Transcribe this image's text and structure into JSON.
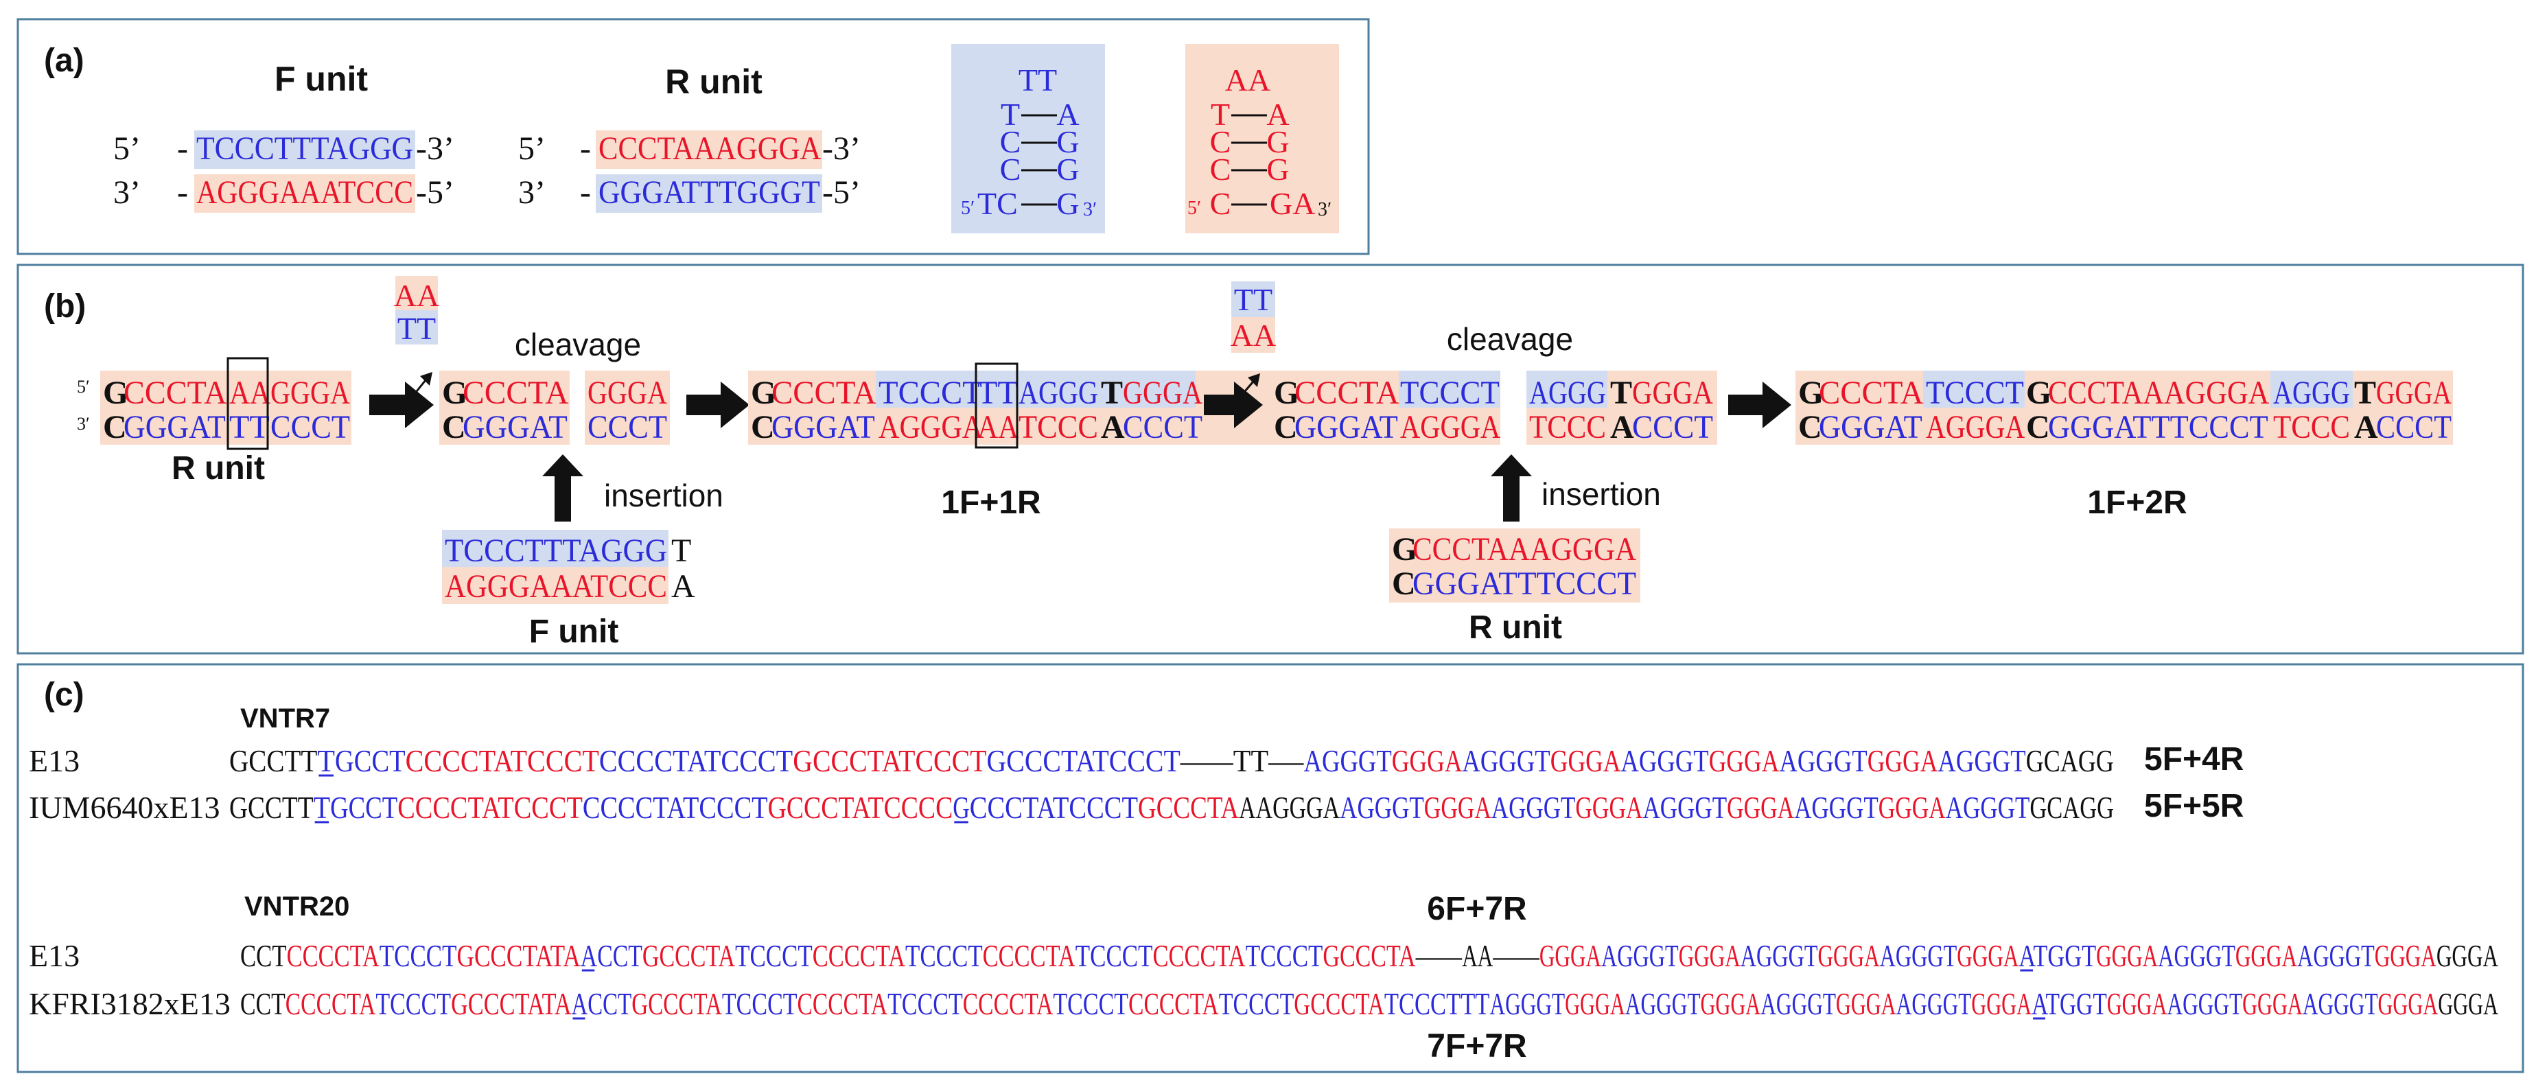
{
  "colors": {
    "red": "#e8152a",
    "blue": "#2b2bd9",
    "black": "#111111",
    "blue_bg": "#d2dcf0",
    "red_bg": "#f9dccb",
    "panel_border": "#4f7f9f"
  },
  "panel_a": {
    "label": "(a)",
    "f_title": "F unit",
    "r_title": "R unit",
    "f_top": {
      "p5": "5’",
      "dash": "-",
      "seq": "TCCCTTTAGGG",
      "end": "-3’"
    },
    "f_bot": {
      "p3": "3’",
      "dash": "-",
      "seq": "AGGGAAATCCC",
      "end": "-5’"
    },
    "r_top": {
      "p5": "5’",
      "dash": "-",
      "seq": "CCCTAAAGGGA",
      "end": "-3’"
    },
    "r_bot": {
      "p3": "3’",
      "dash": "-",
      "seq": "GGGATTTGGGT",
      "end": "-5’"
    },
    "hairpin_blue": {
      "loop": "TT",
      "pairs": [
        [
          "T",
          "A"
        ],
        [
          "C",
          "G"
        ],
        [
          "C",
          "G"
        ]
      ],
      "stem_left": "TC",
      "stem_right": "G",
      "p5": "5′",
      "p3": "3′"
    },
    "hairpin_red": {
      "loop": "AA",
      "pairs": [
        [
          "T",
          "A"
        ],
        [
          "C",
          "G"
        ],
        [
          "C",
          "G"
        ]
      ],
      "stem_left": "C",
      "stem_right": "GA",
      "p5": "5′",
      "p3": "3′"
    }
  },
  "panel_b": {
    "label": "(b)",
    "p5": "5′",
    "p3": "3′",
    "r_unit_1": {
      "top": [
        "G",
        "CCCTA",
        "AA",
        "GGGA"
      ],
      "bot": [
        "C",
        "GGGAT",
        "TT",
        "CCCT"
      ],
      "label": "R unit"
    },
    "excised_1": {
      "top": "AA",
      "bot": "TT"
    },
    "cleavage_1": "cleavage",
    "cut_1": {
      "left_top": [
        "G",
        "CCCTA"
      ],
      "left_bot": [
        "C",
        "GGGAT"
      ],
      "right_top": "GGGA",
      "right_bot": "CCCT"
    },
    "insertion_1": "insertion",
    "f_insert": {
      "top": [
        "TCCCTTTAGGG",
        "T"
      ],
      "bot": [
        "AGGGAAATCCC",
        "A"
      ],
      "label": "F unit"
    },
    "product_1": {
      "top": [
        "G",
        "CCCTA",
        "TCCCT",
        "TT",
        "AGGG",
        "T",
        "GGGA"
      ],
      "bot": [
        "C",
        "GGGAT",
        "AGGGA",
        "AA",
        "TCCC",
        "A",
        "CCCT"
      ],
      "label": "1F+1R"
    },
    "excised_2": {
      "top": "TT",
      "bot": "AA"
    },
    "cleavage_2": "cleavage",
    "cut_2": {
      "left_top": [
        "G",
        "CCCTA",
        "TCCCT"
      ],
      "left_bot": [
        "C",
        "GGGAT",
        "AGGGA"
      ],
      "right_top": [
        "AGGG",
        "T",
        "GGGA"
      ],
      "right_bot": [
        "TCCC",
        "A",
        "CCCT"
      ]
    },
    "insertion_2": "insertion",
    "r_insert": {
      "top": [
        "G",
        "CCCTAAAGGGA"
      ],
      "bot": [
        "C",
        "GGGATTTCCCT"
      ],
      "label": "R unit"
    },
    "product_2": {
      "top": [
        "G",
        "CCCTA",
        "TCCCT",
        "G",
        "CCCTAAAGGGA",
        "AGGG",
        "T",
        "GGGA"
      ],
      "bot": [
        "C",
        "GGGAT",
        "AGGGA",
        "C",
        "GGGATTTCCCT",
        "TCCC",
        "A",
        "CCCT"
      ],
      "label": "1F+2R"
    }
  },
  "panel_c": {
    "label": "(c)",
    "vntr7": {
      "title": "VNTR7",
      "rows": [
        {
          "name": "E13",
          "result": "5F+4R",
          "segs": [
            [
              "GCCTT",
              "k"
            ],
            [
              "T",
              "b",
              1
            ],
            [
              "GCCT",
              "b"
            ],
            [
              "CCCCTATCCCT",
              "r"
            ],
            [
              "CCCCTATCCCT",
              "b"
            ],
            [
              "GCCCTATCCCT",
              "r"
            ],
            [
              "GCCCTATCCCT",
              "b"
            ],
            [
              "———",
              "k"
            ],
            [
              "TT",
              "k"
            ],
            [
              "——",
              "k"
            ],
            [
              "AGGGT",
              "b"
            ],
            [
              "GGGA",
              "r"
            ],
            [
              "AGGGT",
              "b"
            ],
            [
              "GGGA",
              "r"
            ],
            [
              "AGGGT",
              "b"
            ],
            [
              "GGGA",
              "r"
            ],
            [
              "AGGGT",
              "b"
            ],
            [
              "GGGA",
              "r"
            ],
            [
              "AGGGT",
              "b"
            ],
            [
              "GCAGG",
              "k"
            ]
          ]
        },
        {
          "name": "IUM6640xE13",
          "result": "5F+5R",
          "segs": [
            [
              "GCCTT",
              "k"
            ],
            [
              "T",
              "b",
              1
            ],
            [
              "GCCT",
              "b"
            ],
            [
              "CCCCTATCCCT",
              "r"
            ],
            [
              "CCCCTATCCCT",
              "b"
            ],
            [
              "GCCCTATCCCC",
              "r"
            ],
            [
              "G",
              "b",
              1
            ],
            [
              "CCCTATCCCT",
              "b"
            ],
            [
              "GCCCTA",
              "r"
            ],
            [
              "AAGGGA",
              "k"
            ],
            [
              "AGGGT",
              "b"
            ],
            [
              "GGGA",
              "r"
            ],
            [
              "AGGGT",
              "b"
            ],
            [
              "GGGA",
              "r"
            ],
            [
              "AGGGT",
              "b"
            ],
            [
              "GGGA",
              "r"
            ],
            [
              "AGGGT",
              "b"
            ],
            [
              "GGGA",
              "r"
            ],
            [
              "AGGGT",
              "b"
            ],
            [
              "GCAGG",
              "k"
            ]
          ]
        }
      ]
    },
    "vntr20": {
      "title": "VNTR20",
      "top_result": "6F+7R",
      "bottom_result": "7F+7R",
      "rows": [
        {
          "name": "E13",
          "segs": [
            [
              "CCT",
              "k"
            ],
            [
              "CCCCTA",
              "r"
            ],
            [
              "TCCCT",
              "b"
            ],
            [
              "GCCCTATA",
              "r"
            ],
            [
              "ACCT",
              "b",
              1
            ],
            [
              "GCCCTA",
              "r"
            ],
            [
              "TCCCT",
              "b"
            ],
            [
              "CCCCTA",
              "r"
            ],
            [
              "TCCCT",
              "b"
            ],
            [
              "CCCCTA",
              "r"
            ],
            [
              "TCCCT",
              "b"
            ],
            [
              "CCCCTA",
              "r"
            ],
            [
              "TCCCT",
              "b"
            ],
            [
              "GCCCTA",
              "r"
            ],
            [
              "———",
              "k"
            ],
            [
              "AA",
              "k"
            ],
            [
              "———",
              "k"
            ],
            [
              "GGGA",
              "r"
            ],
            [
              "AGGGT",
              "b"
            ],
            [
              "GGGA",
              "r"
            ],
            [
              "AGGGT",
              "b"
            ],
            [
              "GGGA",
              "r"
            ],
            [
              "AGGGT",
              "b"
            ],
            [
              "GGGA",
              "r"
            ],
            [
              "ATGGT",
              "b",
              1
            ],
            [
              "GGGA",
              "r"
            ],
            [
              "AGGGT",
              "b"
            ],
            [
              "GGGA",
              "r"
            ],
            [
              "AGGGT",
              "b"
            ],
            [
              "GGGA",
              "r"
            ],
            [
              "GGGA",
              "k"
            ]
          ]
        },
        {
          "name": "KFRI3182xE13",
          "segs": [
            [
              "CCT",
              "k"
            ],
            [
              "CCCCTA",
              "r"
            ],
            [
              "TCCCT",
              "b"
            ],
            [
              "GCCCTATA",
              "r"
            ],
            [
              "ACCT",
              "b",
              1
            ],
            [
              "GCCCTA",
              "r"
            ],
            [
              "TCCCT",
              "b"
            ],
            [
              "CCCCTA",
              "r"
            ],
            [
              "TCCCT",
              "b"
            ],
            [
              "CCCCTA",
              "r"
            ],
            [
              "TCCCT",
              "b"
            ],
            [
              "CCCCTA",
              "r"
            ],
            [
              "TCCCT",
              "b"
            ],
            [
              "GCCCTA",
              "r"
            ],
            [
              "TCCCTTT",
              "b"
            ],
            [
              "AGGGT",
              "b"
            ],
            [
              "GGGA",
              "r"
            ],
            [
              "AGGGT",
              "b"
            ],
            [
              "GGGA",
              "r"
            ],
            [
              "AGGGT",
              "b"
            ],
            [
              "GGGA",
              "r"
            ],
            [
              "AGGGT",
              "b"
            ],
            [
              "GGGA",
              "r"
            ],
            [
              "ATGGT",
              "b",
              1
            ],
            [
              "GGGA",
              "r"
            ],
            [
              "AGGGT",
              "b"
            ],
            [
              "GGGA",
              "r"
            ],
            [
              "AGGGT",
              "b"
            ],
            [
              "GGGA",
              "r"
            ],
            [
              "GGGA",
              "k"
            ]
          ]
        }
      ]
    }
  }
}
